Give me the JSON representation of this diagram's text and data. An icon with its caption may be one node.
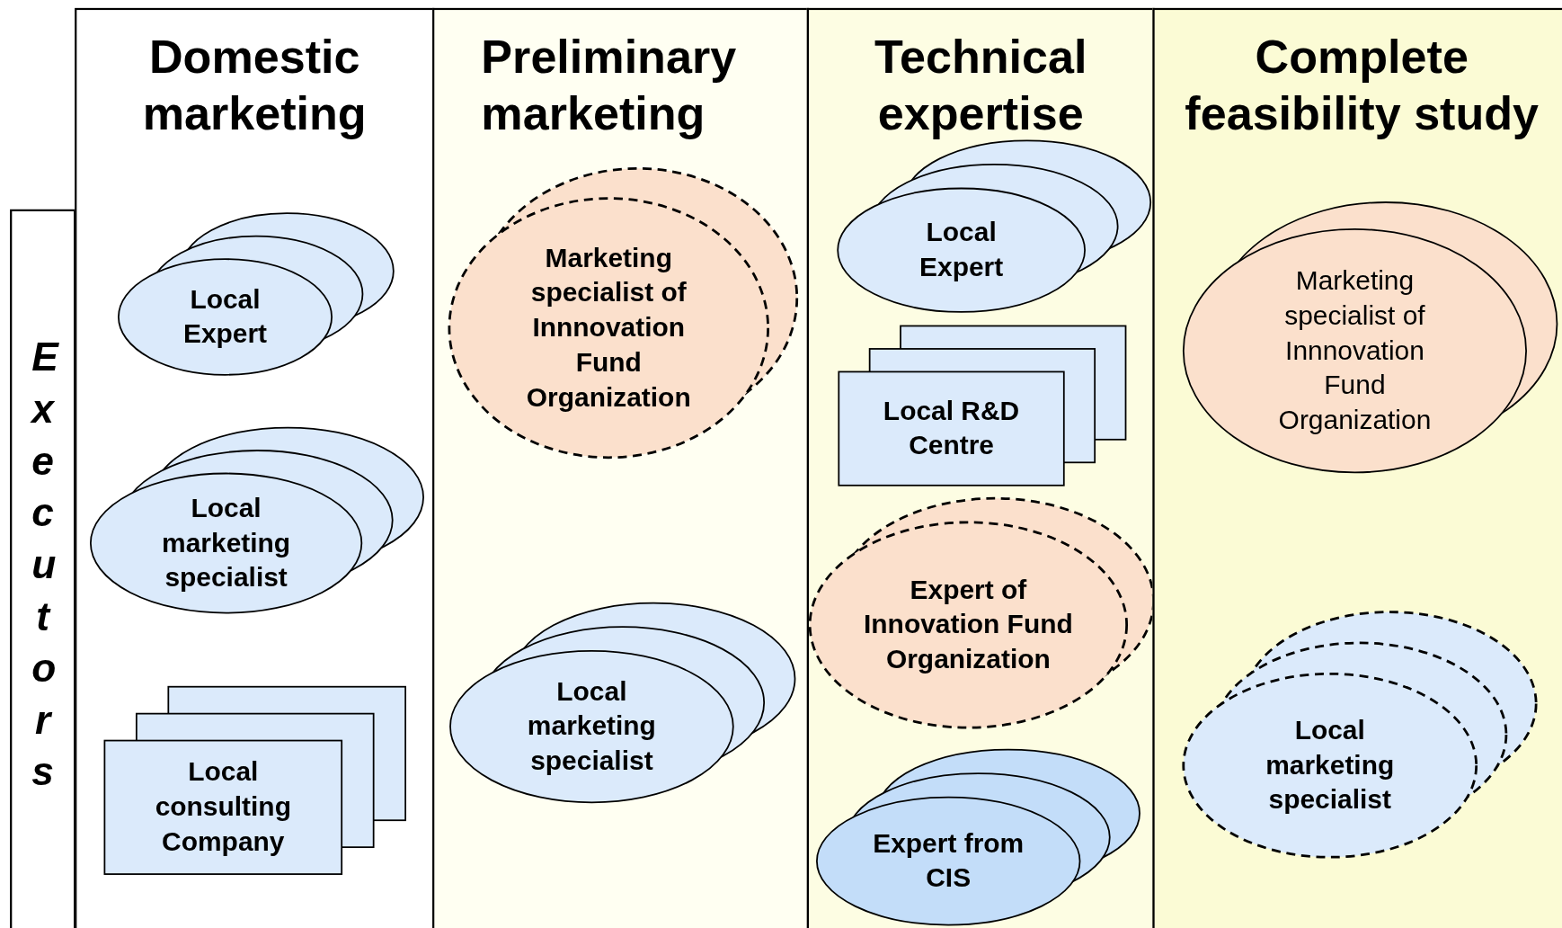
{
  "diagram": {
    "nodes": [
      {
        "text": [
          "Executors"
        ]
      },
      {
        "text": [
          "Domestic marketing"
        ]
      },
      {
        "text": [
          "Local Expert"
        ],
        "in": 1
      },
      {
        "text": [
          "Local marketing specialist"
        ],
        "in": 1
      },
      {
        "text": [
          "Local consulting Company"
        ],
        "in": 1
      },
      {
        "text": [
          "Preliminary marketing"
        ]
      },
      {
        "text": [
          "Marketing specialist of Innnovation Fund Organization"
        ],
        "in": 5
      },
      {
        "text": [
          "Local marketing specialist"
        ],
        "in": 5
      },
      {
        "text": [
          "Technical expertise"
        ]
      },
      {
        "text": [
          "Local Expert"
        ],
        "in": 8
      },
      {
        "text": [
          "Local R&D Centre"
        ],
        "in": 8
      },
      {
        "text": [
          "Expert of Innovation Fund Organization"
        ],
        "in": 8
      },
      {
        "text": [
          "Expert from CIS"
        ],
        "in": 8
      },
      {
        "text": [
          "Complete feasibility study"
        ]
      },
      {
        "text": [
          "Marketing specialist of Innnovation Fund Organization"
        ],
        "in": 13
      },
      {
        "text": [
          "Local marketing specialist"
        ],
        "in": 13
      }
    ],
    "edges": []
  }
}
